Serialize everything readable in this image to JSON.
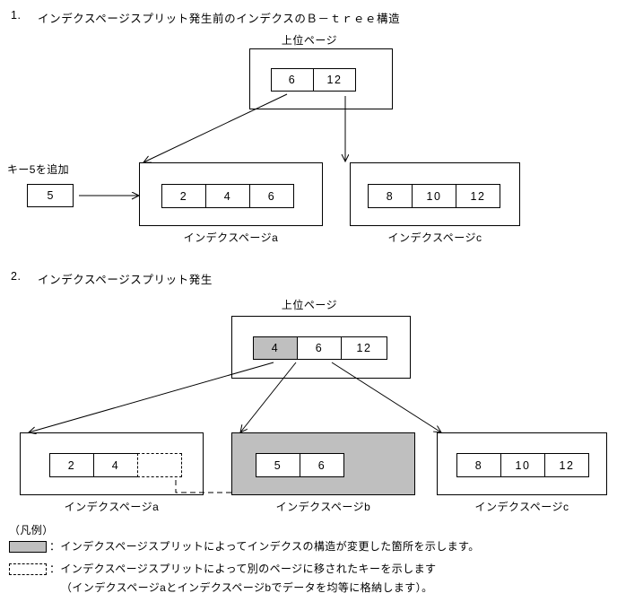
{
  "document": {
    "sections": [
      {
        "number": "1.",
        "title": "インデクスページスプリット発生前のインデクスのＢ－ｔｒｅｅ構造",
        "upper_page_label": "上位ページ",
        "upper_page_keys": [
          "6",
          "12"
        ],
        "insert_note": "キー5を追加",
        "insert_key": "5",
        "pages": [
          {
            "caption": "インデクスページa",
            "keys": [
              "2",
              "4",
              "6"
            ]
          },
          {
            "caption": "インデクスページc",
            "keys": [
              "8",
              "10",
              "12"
            ]
          }
        ]
      },
      {
        "number": "2.",
        "title": "インデクスページスプリット発生",
        "upper_page_label": "上位ページ",
        "upper_page_keys": [
          "4",
          "6",
          "12"
        ],
        "upper_page_shaded_index": 0,
        "pages": [
          {
            "caption": "インデクスページa",
            "keys": [
              "2",
              "4",
              ""
            ],
            "dashed_last": true,
            "shaded": false
          },
          {
            "caption": "インデクスページb",
            "keys": [
              "5",
              "6"
            ],
            "dashed_last": false,
            "shaded": true
          },
          {
            "caption": "インデクスページc",
            "keys": [
              "8",
              "10",
              "12"
            ],
            "dashed_last": false,
            "shaded": false
          }
        ]
      }
    ],
    "legend": {
      "title": "（凡例）",
      "entries": [
        {
          "symbol": "shaded-box",
          "text": "：インデクスページスプリットによってインデクスの構造が変更した箇所を示します。"
        },
        {
          "symbol": "dashed-box",
          "text": "：インデクスページスプリットによって別のページに移されたキーを示します",
          "subtext": "（インデクスページaとインデクスページbでデータを均等に格納します）。"
        }
      ]
    }
  },
  "colors": {
    "shade": "#bfbfbf",
    "line": "#000000",
    "background": "#ffffff"
  }
}
